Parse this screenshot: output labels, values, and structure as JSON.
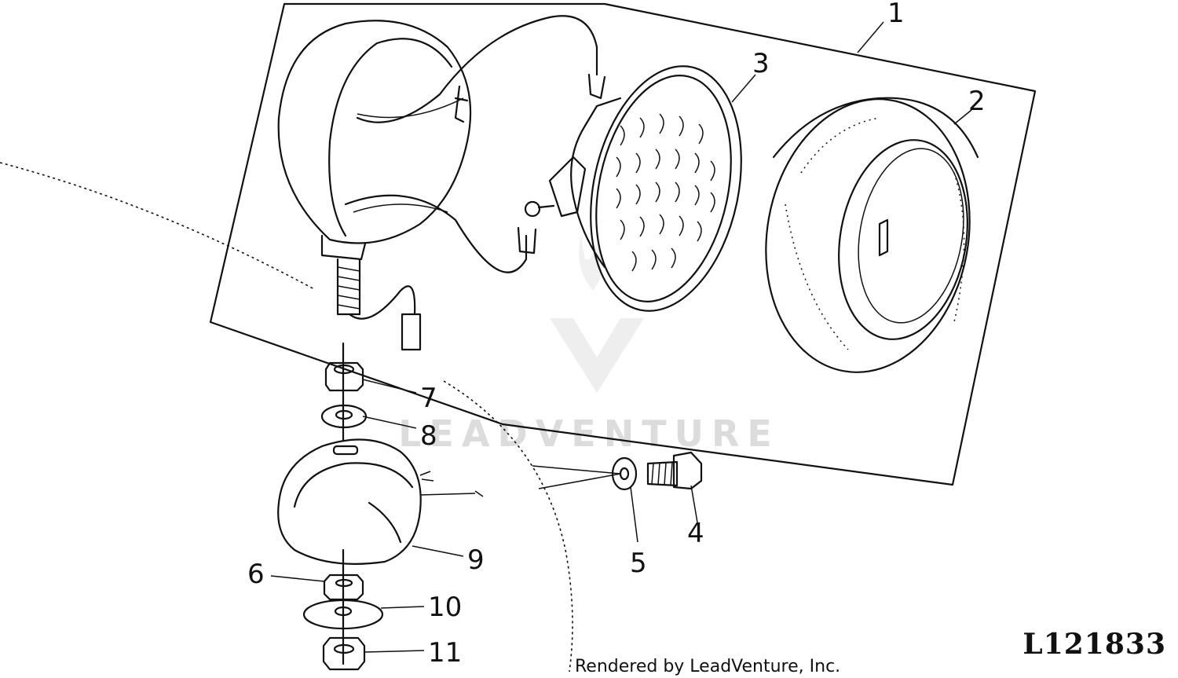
{
  "diagram": {
    "figure_id": "L121833",
    "credit": "Rendered by LeadVenture, Inc.",
    "watermark": "LEADVENTURE",
    "callouts": [
      "1",
      "2",
      "3",
      "4",
      "5",
      "6",
      "7",
      "8",
      "9",
      "10",
      "11"
    ]
  }
}
